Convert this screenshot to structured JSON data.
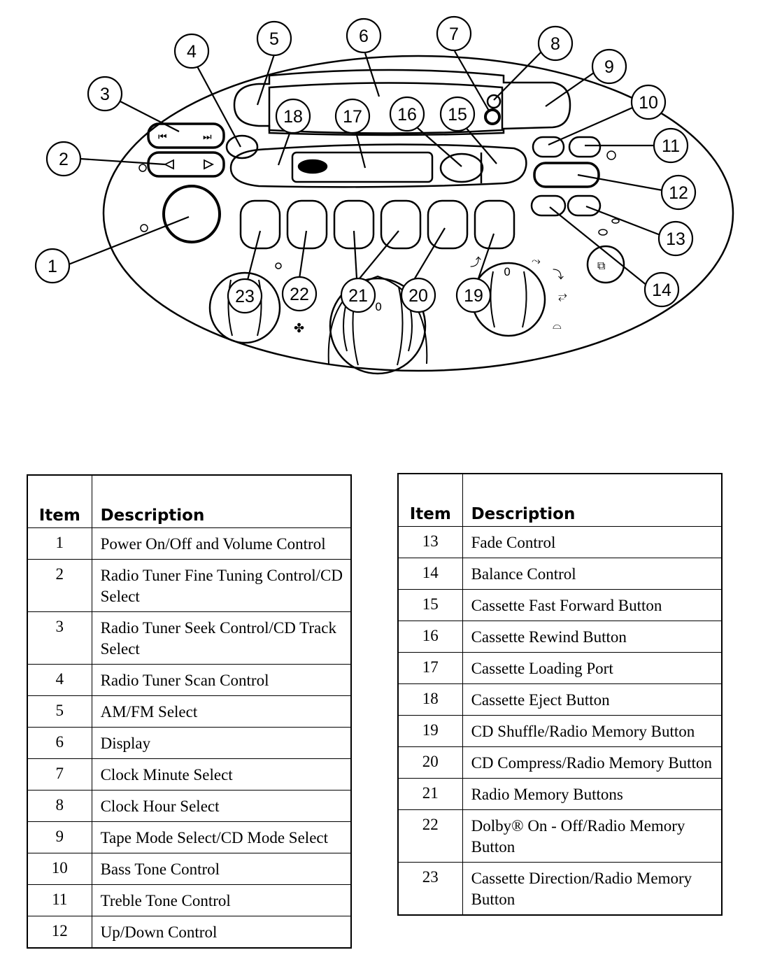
{
  "diagram": {
    "callouts": [
      "1",
      "2",
      "3",
      "4",
      "5",
      "6",
      "7",
      "8",
      "9",
      "10",
      "11",
      "12",
      "13",
      "14",
      "15",
      "16",
      "17",
      "18",
      "19",
      "20",
      "21",
      "22",
      "23"
    ],
    "dial_marks": {
      "zero_left": "0",
      "zero_right": "0"
    }
  },
  "table_left": {
    "header_item": "Item",
    "header_desc": "Description",
    "rows": [
      {
        "item": "1",
        "desc": "Power On/Off and Volume Control"
      },
      {
        "item": "2",
        "desc": "Radio Tuner Fine Tuning Control/CD Select"
      },
      {
        "item": "3",
        "desc": "Radio Tuner Seek Control/CD Track Select"
      },
      {
        "item": "4",
        "desc": "Radio Tuner Scan Control"
      },
      {
        "item": "5",
        "desc": "AM/FM Select"
      },
      {
        "item": "6",
        "desc": "Display"
      },
      {
        "item": "7",
        "desc": "Clock Minute Select"
      },
      {
        "item": "8",
        "desc": "Clock Hour Select"
      },
      {
        "item": "9",
        "desc": "Tape Mode Select/CD Mode Select"
      },
      {
        "item": "10",
        "desc": "Bass Tone Control"
      },
      {
        "item": "11",
        "desc": "Treble Tone Control"
      },
      {
        "item": "12",
        "desc": "Up/Down Control"
      }
    ]
  },
  "table_right": {
    "header_item": "Item",
    "header_desc": "Description",
    "rows": [
      {
        "item": "13",
        "desc": "Fade Control"
      },
      {
        "item": "14",
        "desc": "Balance Control"
      },
      {
        "item": "15",
        "desc": "Cassette Fast Forward Button"
      },
      {
        "item": "16",
        "desc": "Cassette Rewind Button"
      },
      {
        "item": "17",
        "desc": "Cassette Loading Port"
      },
      {
        "item": "18",
        "desc": "Cassette Eject Button"
      },
      {
        "item": "19",
        "desc": "CD Shuffle/Radio Memory Button"
      },
      {
        "item": "20",
        "desc": "CD Compress/Radio Memory Button"
      },
      {
        "item": "21",
        "desc": "Radio Memory Buttons"
      },
      {
        "item": "22",
        "desc": "Dolby® On - Off/Radio Memory Button"
      },
      {
        "item": "23",
        "desc": "Cassette Direction/Radio Memory Button"
      }
    ]
  }
}
